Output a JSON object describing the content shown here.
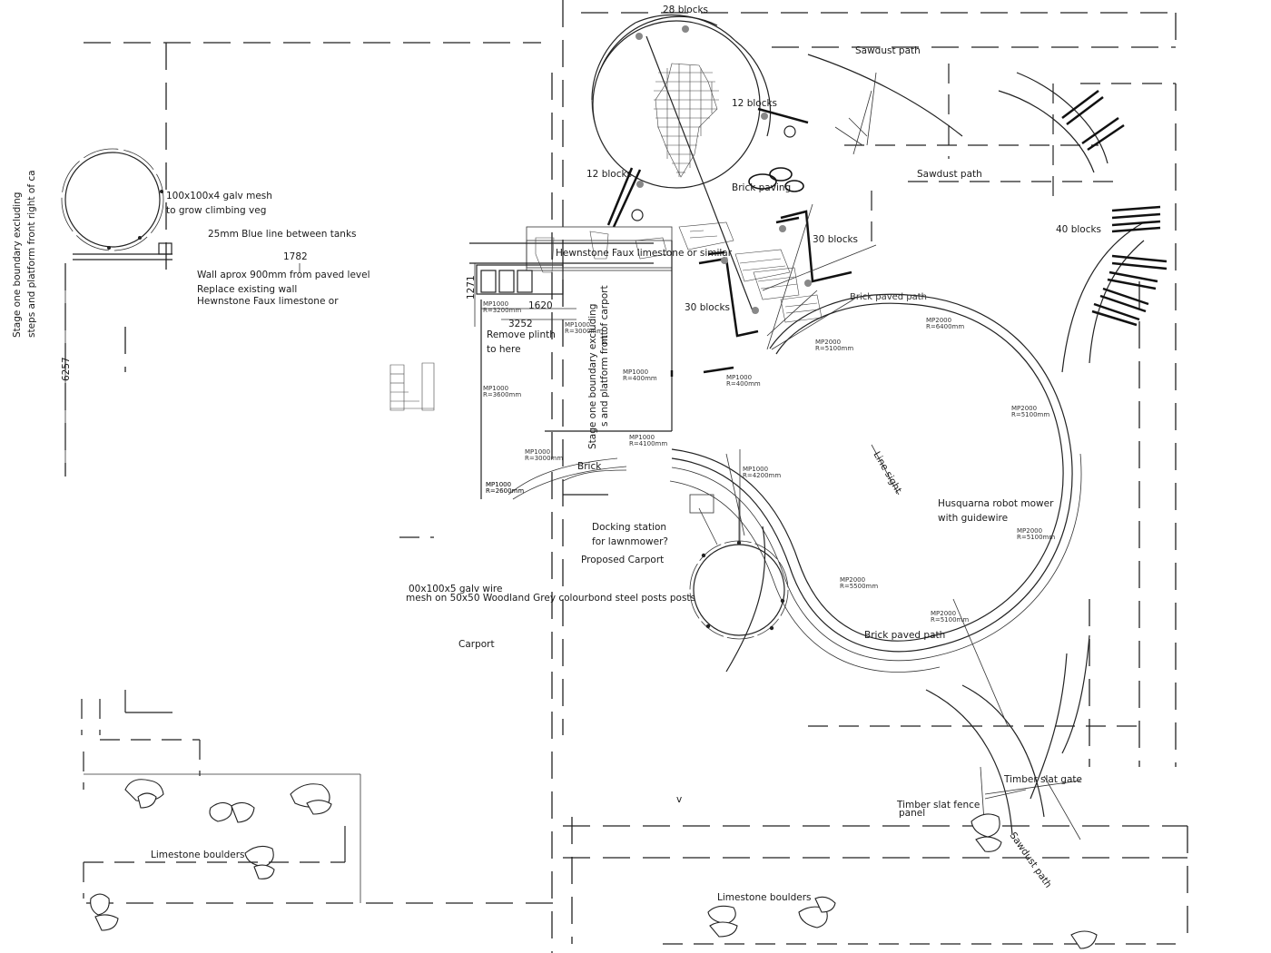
{
  "labels": {
    "blocks_28": "28 blocks",
    "sawdust_path_top": "Sawdust path",
    "blocks_12_right": "12 blocks",
    "blocks_12_left": "12 blocks",
    "brick_paving": "Brick paving",
    "sawdust_path_mid": "Sawdust path",
    "blocks_40": "40 blocks",
    "blocks_30_a": "30 blocks",
    "blocks_30_b": "30 blocks",
    "brick_paved_path_top": "Brick paved path",
    "brick_paved_path_bottom": "Brick paved path",
    "hewnstone_faux": "Hewnstone Faux limestone  or similar",
    "remove_plinth_1": "Remove plinth",
    "remove_plinth_2": "to here",
    "dim_1620": "1620",
    "dim_3252": "3252",
    "dim_1782": "1782",
    "dim_6257": "6257",
    "dim_1271": "1271",
    "galv_mesh_1": "100x100x4 galv mesh",
    "galv_mesh_2": "to grow climbing veg",
    "blue_line": "25mm Blue line between tanks",
    "wall_note_1": "Wall aprox 900mm from paved level",
    "wall_note_2": "Replace existing wall",
    "wall_note_3": "Hewnstone Faux limestone  or",
    "stage_left_1": "Stage one boundary excluding",
    "stage_left_2": "steps and platform front right of ca",
    "stage_mid_1": "Stage one boundary excluding",
    "stage_mid_2": "s and platform front",
    "stage_mid_3": "nt of carport",
    "line_sight": "Line sight",
    "robot_mower_1": "Husquarna robot mower",
    "robot_mower_2": "with guidewire",
    "docking_1": "Docking station",
    "docking_2": "for lawnmower?",
    "proposed_carport": "Proposed Carport",
    "wire_mesh_1": "00x100x5 galv wire",
    "wire_mesh_2": "mesh on 50x50 Woodland Grey colourbond steel posts posts",
    "carport": "Carport",
    "brick_short": "Brick",
    "timber_gate": "Timber slat gate",
    "timber_fence_1": "Timber slat fence",
    "timber_fence_2": "panel",
    "sawdust_path_diag": "Sawdust path",
    "limestone_left": "Limestone boulders",
    "limestone_bottom": "Limestone boulders",
    "v_mark": "v"
  },
  "radius_tags": [
    "MP1000 R=3200mm",
    "MP1000 R=3000mm",
    "MP1000 R=3600mm",
    "MP1000 R=2600mm",
    "MP1000 R=400mm",
    "MP1000 R=400mm",
    "MP1000 R=4100mm",
    "MP1000 R=4200mm",
    "MP2000 R=6400mm",
    "MP2000 R=5100mm",
    "MP2000 R=5100mm",
    "MP2000 R=5100mm",
    "MP2000 R=5100mm",
    "MP2000 R=5500mm",
    "MP1000 R=3000mm",
    "MP1000 R=2600mm"
  ]
}
